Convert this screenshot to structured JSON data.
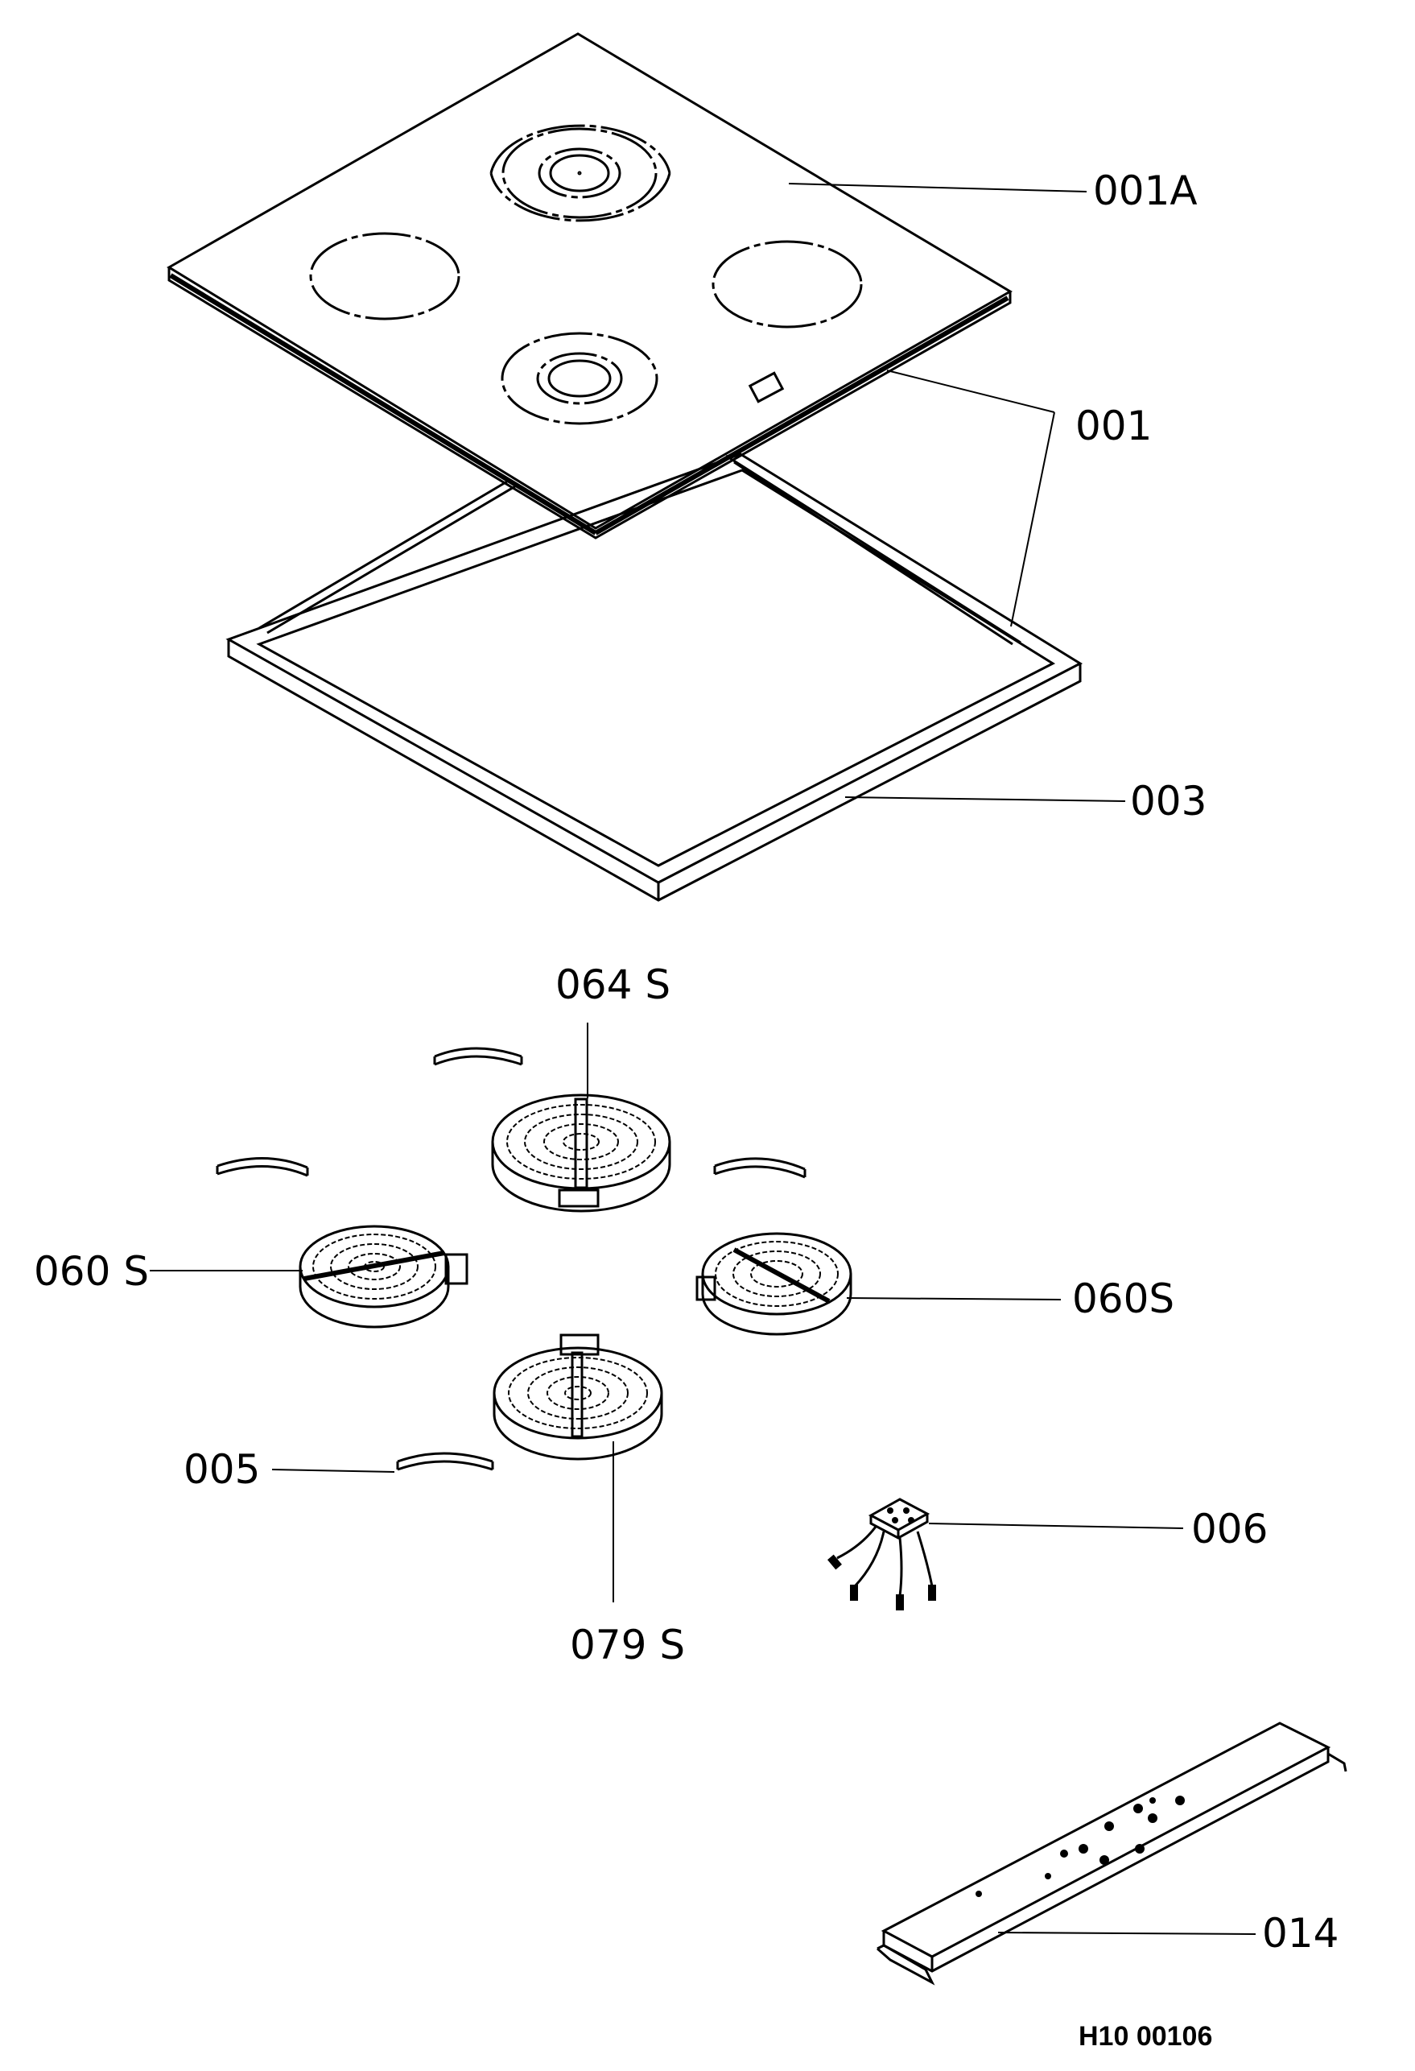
{
  "labels": {
    "glass_top": "001A",
    "frame_assembly": "001",
    "seal_frame": "003",
    "element_top": "064 S",
    "element_left": "060 S",
    "element_right": "060S",
    "bracket": "005",
    "element_bottom": "079 S",
    "terminal_block": "006",
    "support_rail": "014"
  },
  "drawing_ref": "H10 00106"
}
